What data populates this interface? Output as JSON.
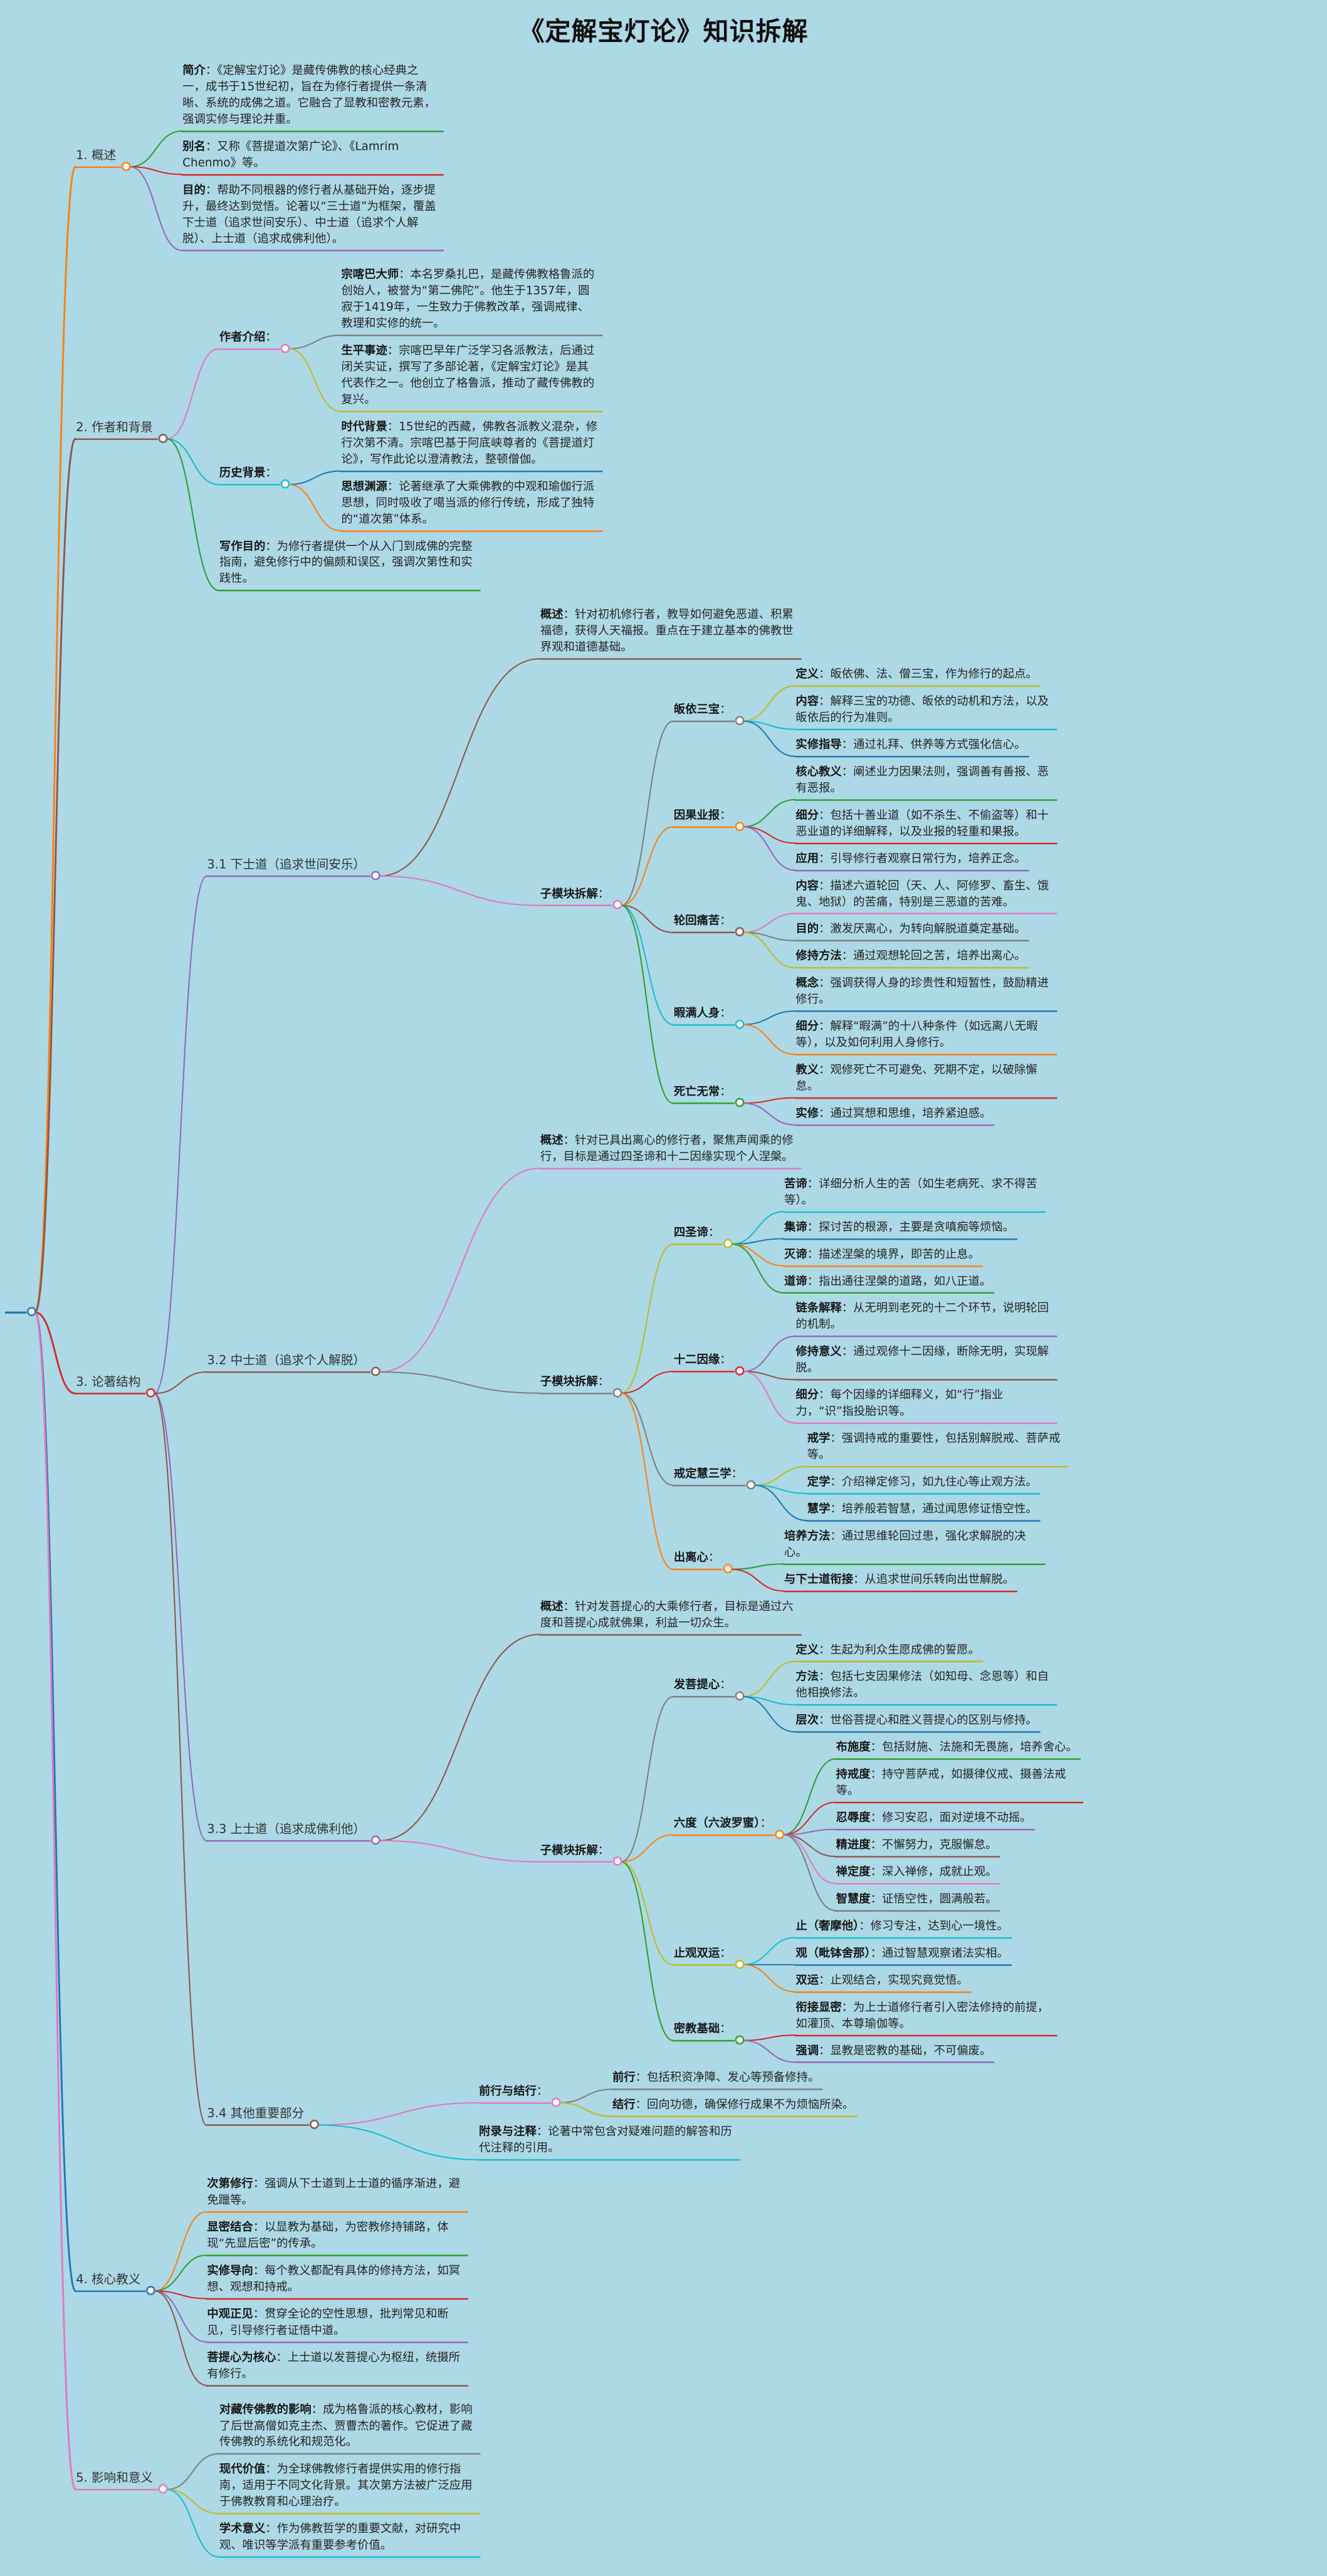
{
  "title": "《定解宝灯论》知识拆解",
  "background": "#add8e6",
  "palette": [
    "#1f77b4",
    "#ff7f0e",
    "#2ca02c",
    "#d62728",
    "#9467bd",
    "#8c564b",
    "#e377c2",
    "#7f7f7f",
    "#bcbd22",
    "#17becf"
  ],
  "mindmap": {
    "t": "",
    "d": "",
    "children": [
      {
        "t": "",
        "d": "1. 概述",
        "children": [
          {
            "t": "简介",
            "d": "：《定解宝灯论》是藏传佛教的核心经典之一，成书于15世纪初，旨在为修行者提供一条清晰、系统的成佛之道。它融合了显教和密教元素，强调实修与理论并重。"
          },
          {
            "t": "别名",
            "d": "：又称《菩提道次第广论》、《Lamrim Chenmo》等。"
          },
          {
            "t": "目的",
            "d": "：帮助不同根器的修行者从基础开始，逐步提升，最终达到觉悟。论著以“三士道”为框架，覆盖下士道（追求世间安乐）、中士道（追求个人解脱）、上士道（追求成佛利他）。"
          }
        ]
      },
      {
        "t": "",
        "d": "2. 作者和背景",
        "children": [
          {
            "t": "作者介绍",
            "d": "：",
            "children": [
              {
                "t": "宗喀巴大师",
                "d": "：本名罗桑扎巴，是藏传佛教格鲁派的创始人，被誉为“第二佛陀”。他生于1357年，圆寂于1419年，一生致力于佛教改革，强调戒律、教理和实修的统一。"
              },
              {
                "t": "生平事迹",
                "d": "：宗喀巴早年广泛学习各派教法，后通过闭关实证，撰写了多部论著，《定解宝灯论》是其代表作之一。他创立了格鲁派，推动了藏传佛教的复兴。"
              }
            ]
          },
          {
            "t": "历史背景",
            "d": "：",
            "children": [
              {
                "t": "时代背景",
                "d": "：15世纪的西藏，佛教各派教义混杂，修行次第不清。宗喀巴基于阿底峡尊者的《菩提道灯论》，写作此论以澄清教法，整顿僧伽。"
              },
              {
                "t": "思想渊源",
                "d": "：论著继承了大乘佛教的中观和瑜伽行派思想，同时吸收了噶当派的修行传统，形成了独特的“道次第”体系。"
              }
            ]
          },
          {
            "t": "写作目的",
            "d": "：为修行者提供一个从入门到成佛的完整指南，避免修行中的偏颇和误区，强调次第性和实践性。"
          }
        ]
      },
      {
        "t": "",
        "d": "3. 论著结构",
        "children": [
          {
            "t": "",
            "d": "3.1 下士道（追求世间安乐）",
            "children": [
              {
                "t": "概述",
                "d": "：针对初机修行者，教导如何避免恶道、积累福德，获得人天福报。重点在于建立基本的佛教世界观和道德基础。"
              },
              {
                "t": "子模块拆解",
                "d": "：",
                "children": [
                  {
                    "t": "皈依三宝",
                    "d": "：",
                    "children": [
                      {
                        "t": "定义",
                        "d": "：皈依佛、法、僧三宝，作为修行的起点。"
                      },
                      {
                        "t": "内容",
                        "d": "：解释三宝的功德、皈依的动机和方法，以及皈依后的行为准则。"
                      },
                      {
                        "t": "实修指导",
                        "d": "：通过礼拜、供养等方式强化信心。"
                      }
                    ]
                  },
                  {
                    "t": "因果业报",
                    "d": "：",
                    "children": [
                      {
                        "t": "核心教义",
                        "d": "：阐述业力因果法则，强调善有善报、恶有恶报。"
                      },
                      {
                        "t": "细分",
                        "d": "：包括十善业道（如不杀生、不偷盗等）和十恶业道的详细解释，以及业报的轻重和果报。"
                      },
                      {
                        "t": "应用",
                        "d": "：引导修行者观察日常行为，培养正念。"
                      }
                    ]
                  },
                  {
                    "t": "轮回痛苦",
                    "d": "：",
                    "children": [
                      {
                        "t": "内容",
                        "d": "：描述六道轮回（天、人、阿修罗、畜生、饿鬼、地狱）的苦痛，特别是三恶道的苦难。"
                      },
                      {
                        "t": "目的",
                        "d": "：激发厌离心，为转向解脱道奠定基础。"
                      },
                      {
                        "t": "修持方法",
                        "d": "：通过观想轮回之苦，培养出离心。"
                      }
                    ]
                  },
                  {
                    "t": "暇满人身",
                    "d": "：",
                    "children": [
                      {
                        "t": "概念",
                        "d": "：强调获得人身的珍贵性和短暂性，鼓励精进修行。"
                      },
                      {
                        "t": "细分",
                        "d": "：解释“暇满”的十八种条件（如远离八无暇等），以及如何利用人身修行。"
                      }
                    ]
                  },
                  {
                    "t": "死亡无常",
                    "d": "：",
                    "children": [
                      {
                        "t": "教义",
                        "d": "：观修死亡不可避免、死期不定，以破除懈怠。"
                      },
                      {
                        "t": "实修",
                        "d": "：通过冥想和思维，培养紧迫感。"
                      }
                    ]
                  }
                ]
              }
            ]
          },
          {
            "t": "",
            "d": "3.2 中士道（追求个人解脱）",
            "children": [
              {
                "t": "概述",
                "d": "：针对已具出离心的修行者，聚焦声闻乘的修行，目标是通过四圣谛和十二因缘实现个人涅槃。"
              },
              {
                "t": "子模块拆解",
                "d": "：",
                "children": [
                  {
                    "t": "四圣谛",
                    "d": "：",
                    "children": [
                      {
                        "t": "苦谛",
                        "d": "：详细分析人生的苦（如生老病死、求不得苦等）。"
                      },
                      {
                        "t": "集谛",
                        "d": "：探讨苦的根源，主要是贪嗔痴等烦恼。"
                      },
                      {
                        "t": "灭谛",
                        "d": "：描述涅槃的境界，即苦的止息。"
                      },
                      {
                        "t": "道谛",
                        "d": "：指出通往涅槃的道路，如八正道。"
                      }
                    ]
                  },
                  {
                    "t": "十二因缘",
                    "d": "：",
                    "children": [
                      {
                        "t": "链条解释",
                        "d": "：从无明到老死的十二个环节，说明轮回的机制。"
                      },
                      {
                        "t": "修持意义",
                        "d": "：通过观修十二因缘，断除无明，实现解脱。"
                      },
                      {
                        "t": "细分",
                        "d": "：每个因缘的详细释义，如“行”指业力，“识”指投胎识等。"
                      }
                    ]
                  },
                  {
                    "t": "戒定慧三学",
                    "d": "：",
                    "children": [
                      {
                        "t": "戒学",
                        "d": "：强调持戒的重要性，包括别解脱戒、菩萨戒等。"
                      },
                      {
                        "t": "定学",
                        "d": "：介绍禅定修习，如九住心等止观方法。"
                      },
                      {
                        "t": "慧学",
                        "d": "：培养般若智慧，通过闻思修证悟空性。"
                      }
                    ]
                  },
                  {
                    "t": "出离心",
                    "d": "：",
                    "children": [
                      {
                        "t": "培养方法",
                        "d": "：通过思维轮回过患，强化求解脱的决心。"
                      },
                      {
                        "t": "与下士道衔接",
                        "d": "：从追求世间乐转向出世解脱。"
                      }
                    ]
                  }
                ]
              }
            ]
          },
          {
            "t": "",
            "d": "3.3 上士道（追求成佛利他）",
            "children": [
              {
                "t": "概述",
                "d": "：针对发菩提心的大乘修行者，目标是通过六度和菩提心成就佛果，利益一切众生。"
              },
              {
                "t": "子模块拆解",
                "d": "：",
                "children": [
                  {
                    "t": "发菩提心",
                    "d": "：",
                    "children": [
                      {
                        "t": "定义",
                        "d": "：生起为利众生愿成佛的誓愿。"
                      },
                      {
                        "t": "方法",
                        "d": "：包括七支因果修法（如知母、念恩等）和自他相换修法。"
                      },
                      {
                        "t": "层次",
                        "d": "：世俗菩提心和胜义菩提心的区别与修持。"
                      }
                    ]
                  },
                  {
                    "t": "六度（六波罗蜜）",
                    "d": "：",
                    "children": [
                      {
                        "t": "布施度",
                        "d": "：包括财施、法施和无畏施，培养舍心。"
                      },
                      {
                        "t": "持戒度",
                        "d": "：持守菩萨戒，如摄律仪戒、摄善法戒等。"
                      },
                      {
                        "t": "忍辱度",
                        "d": "：修习安忍，面对逆境不动摇。"
                      },
                      {
                        "t": "精进度",
                        "d": "：不懈努力，克服懈怠。"
                      },
                      {
                        "t": "禅定度",
                        "d": "：深入禅修，成就止观。"
                      },
                      {
                        "t": "智慧度",
                        "d": "：证悟空性，圆满般若。"
                      }
                    ]
                  },
                  {
                    "t": "止观双运",
                    "d": "：",
                    "children": [
                      {
                        "t": "止（奢摩他）",
                        "d": "：修习专注，达到心一境性。"
                      },
                      {
                        "t": "观（毗钵舍那）",
                        "d": "：通过智慧观察诸法实相。"
                      },
                      {
                        "t": "双运",
                        "d": "：止观结合，实现究竟觉悟。"
                      }
                    ]
                  },
                  {
                    "t": "密教基础",
                    "d": "：",
                    "children": [
                      {
                        "t": "衔接显密",
                        "d": "：为上士道修行者引入密法修持的前提，如灌顶、本尊瑜伽等。"
                      },
                      {
                        "t": "强调",
                        "d": "：显教是密教的基础，不可偏废。"
                      }
                    ]
                  }
                ]
              }
            ]
          },
          {
            "t": "",
            "d": "3.4 其他重要部分",
            "children": [
              {
                "t": "前行与结行",
                "d": "：",
                "children": [
                  {
                    "t": "前行",
                    "d": "：包括积资净障、发心等预备修持。"
                  },
                  {
                    "t": "结行",
                    "d": "：回向功德，确保修行成果不为烦恼所染。"
                  }
                ]
              },
              {
                "t": "附录与注释",
                "d": "：论著中常包含对疑难问题的解答和历代注释的引用。"
              }
            ]
          }
        ]
      },
      {
        "t": "",
        "d": "4. 核心教义",
        "children": [
          {
            "t": "次第修行",
            "d": "：强调从下士道到上士道的循序渐进，避免躐等。"
          },
          {
            "t": "显密结合",
            "d": "：以显教为基础，为密教修持铺路，体现“先显后密”的传承。"
          },
          {
            "t": "实修导向",
            "d": "：每个教义都配有具体的修持方法，如冥想、观想和持戒。"
          },
          {
            "t": "中观正见",
            "d": "：贯穿全论的空性思想，批判常见和断见，引导修行者证悟中道。"
          },
          {
            "t": "菩提心为核心",
            "d": "：上士道以发菩提心为枢纽，统摄所有修行。"
          }
        ]
      },
      {
        "t": "",
        "d": "5. 影响和意义",
        "children": [
          {
            "t": "对藏传佛教的影响",
            "d": "：成为格鲁派的核心教材，影响了后世高僧如克主杰、贾曹杰的著作。它促进了藏传佛教的系统化和规范化。"
          },
          {
            "t": "现代价值",
            "d": "：为全球佛教修行者提供实用的修行指南，适用于不同文化背景。其次第方法被广泛应用于佛教教育和心理治疗。"
          },
          {
            "t": "学术意义",
            "d": "：作为佛教哲学的重要文献，对研究中观、唯识等学派有重要参考价值。"
          }
        ]
      }
    ]
  }
}
